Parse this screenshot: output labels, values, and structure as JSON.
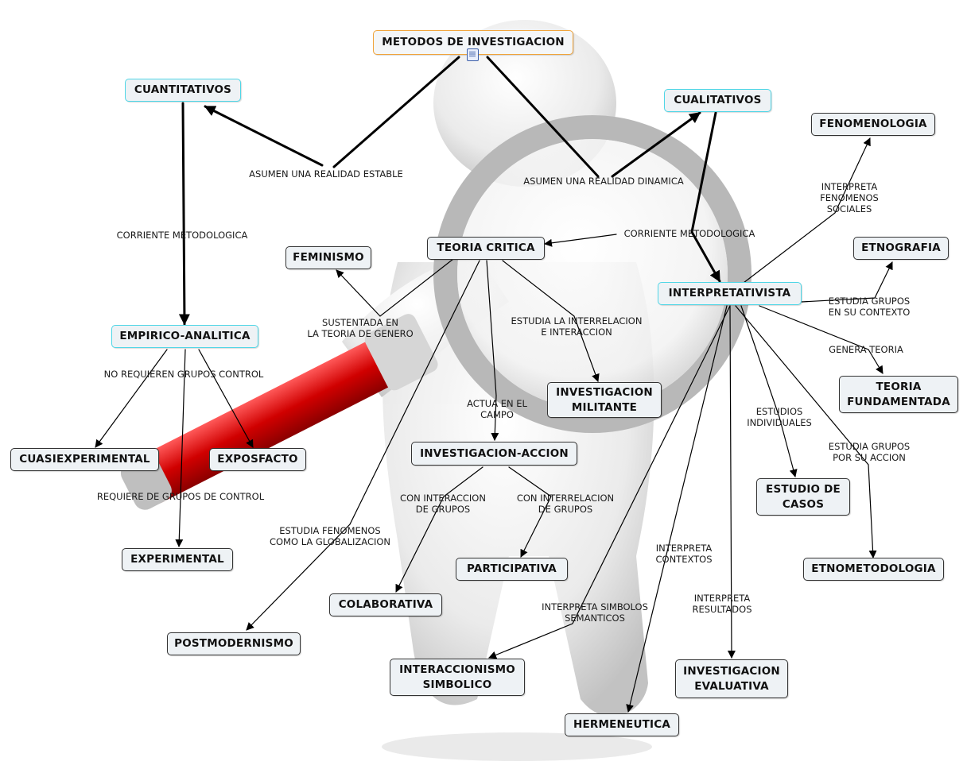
{
  "title": "METODOS DE INVESTIGACION",
  "nodes": {
    "root": "METODOS DE INVESTIGACION",
    "cuantitativos": "CUANTITATIVOS",
    "cualitativos": "CUALITATIVOS",
    "fenomenologia": "FENOMENOLOGIA",
    "etnografia": "ETNOGRAFIA",
    "teoria_critica": "TEORIA CRITICA",
    "feminismo": "FEMINISMO",
    "interpretativista": "INTERPRETATIVISTA",
    "empirico_analitica": "EMPIRICO-ANALITICA",
    "investigacion_militante": "INVESTIGACION\nMILITANTE",
    "teoria_fundamentada": "TEORIA\nFUNDAMENTADA",
    "cuasiexperimental": "CUASIEXPERIMENTAL",
    "exposfacto": "EXPOSFACTO",
    "investigacion_accion": "INVESTIGACION-ACCION",
    "estudio_de_casos": "ESTUDIO DE\nCASOS",
    "experimental": "EXPERIMENTAL",
    "participativa": "PARTICIPATIVA",
    "etnometodologia": "ETNOMETODOLOGIA",
    "colaborativa": "COLABORATIVA",
    "postmodernismo": "POSTMODERNISMO",
    "interaccionismo_simbolico": "INTERACCIONISMO\nSIMBOLICO",
    "investigacion_evaluativa": "INVESTIGACION\nEVALUATIVA",
    "hermeneutica": "HERMENEUTICA"
  },
  "links": {
    "realidad_estable": "ASUMEN UNA REALIDAD ESTABLE",
    "realidad_dinamica": "ASUMEN UNA REALIDAD DINAMICA",
    "corriente_1": "CORRIENTE METODOLOGICA",
    "corriente_2": "CORRIENTE METODOLOGICA",
    "interpreta_fenomenos": "INTERPRETA\nFENOMENOS\nSOCIALES",
    "sustentada": "SUSTENTADA EN\nLA TEORIA DE GENERO",
    "estudia_interrelacion": "ESTUDIA LA INTERRELACION\nE INTERACCION",
    "estudia_contexto": "ESTUDIA GRUPOS\nEN SU CONTEXTO",
    "genera_teoria": "GENERA TEORIA",
    "no_requieren": "NO REQUIEREN GRUPOS CONTROL",
    "actua_campo": "ACTUA EN EL\nCAMPO",
    "estudios_individuales": "ESTUDIOS\nINDIVIDUALES",
    "estudia_accion": "ESTUDIA GRUPOS\nPOR SU ACCION",
    "requiere_control": "REQUIERE DE GRUPOS DE CONTROL",
    "con_interaccion": "CON INTERACCION\nDE GRUPOS",
    "con_interrelacion": "CON INTERRELACION\nDE GRUPOS",
    "estudia_globalizacion": "ESTUDIA FENOMENOS\nCOMO LA GLOBALIZACION",
    "interpreta_contextos": "INTERPRETA\nCONTEXTOS",
    "interpreta_resultados": "INTERPRETA\nRESULTADOS",
    "interpreta_simbolos": "INTERPRETA SIMBOLOS\nSEMANTICOS"
  },
  "icons": {
    "root_attachment": "document-icon"
  },
  "colors": {
    "node_border": "#333333",
    "highlight_border": "#4fd6e6",
    "root_border": "#f0a33a",
    "node_fill": "#eef2f5"
  }
}
